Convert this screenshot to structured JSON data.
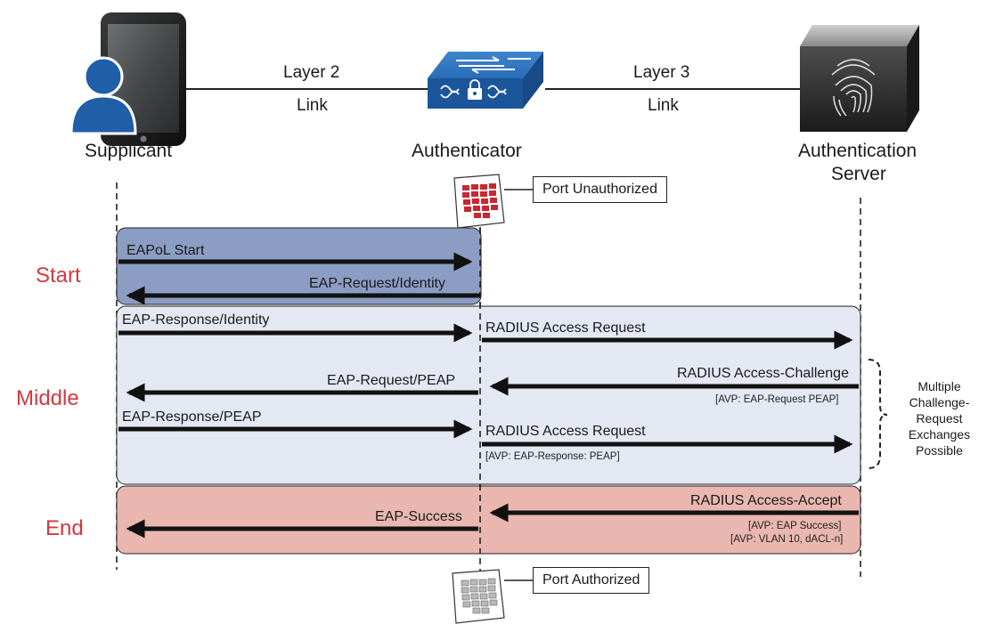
{
  "devices": {
    "supplicant": "Supplicant",
    "authenticator": "Authenticator",
    "server_line1": "Authentication",
    "server_line2": "Server"
  },
  "links": {
    "left_line1": "Layer 2",
    "left_line2": "Link",
    "right_line1": "Layer 3",
    "right_line2": "Link"
  },
  "phases": {
    "start": "Start",
    "middle": "Middle",
    "end": "End"
  },
  "ports": {
    "unauthorized": "Port Unauthorized",
    "authorized": "Port Authorized"
  },
  "messages": {
    "eapol_start": "EAPoL Start",
    "eap_request_identity": "EAP-Request/Identity",
    "eap_response_identity": "EAP-Response/Identity",
    "radius_access_request_1": "RADIUS Access Request",
    "radius_access_challenge": "RADIUS Access-Challenge",
    "avp_eap_request_peap": "[AVP: EAP-Request PEAP]",
    "eap_request_peap": "EAP-Request/PEAP",
    "eap_response_peap": "EAP-Response/PEAP",
    "radius_access_request_2": "RADIUS Access Request",
    "avp_eap_response_peap": "[AVP: EAP-Response: PEAP]",
    "radius_access_accept": "RADIUS Access-Accept",
    "avp_eap_success": "[AVP: EAP Success]",
    "avp_vlan": "[AVP: VLAN 10, dACL-n]",
    "eap_success": "EAP-Success"
  },
  "bracket_note": {
    "line1": "Multiple",
    "line2": "Challenge-",
    "line3": "Request",
    "line4": "Exchanges",
    "line5": "Possible"
  },
  "colors": {
    "start_fill": "#8c9dc4",
    "middle_fill": "#e3e8f3",
    "end_fill": "#eab7b0",
    "phase_text": "#d2393e",
    "switch_blue": "#1f5fa8",
    "port_red": "#c8282f"
  },
  "icons": {
    "supplicant": "user-with-tablet-icon",
    "authenticator": "network-switch-icon",
    "server": "fingerprint-server-icon",
    "port_unauthorized": "red-port-icon",
    "port_authorized": "gray-port-icon"
  }
}
